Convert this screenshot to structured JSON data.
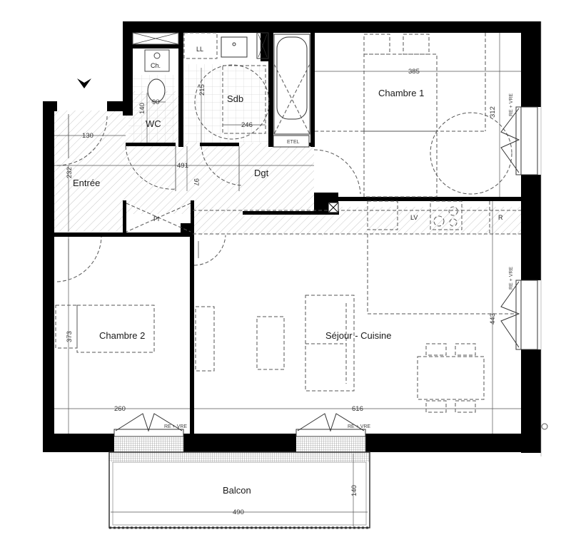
{
  "plan": {
    "entry_marker": "entry-arrow",
    "colors": {
      "wall": "#000000",
      "hatch": "#c8c8c8",
      "tile": "#d8d8d8",
      "line": "#444444"
    },
    "rooms": [
      {
        "id": "entree",
        "label": "Entrée"
      },
      {
        "id": "wc",
        "label": "WC"
      },
      {
        "id": "sdb",
        "label": "Sdb"
      },
      {
        "id": "chambre1",
        "label": "Chambre 1"
      },
      {
        "id": "dgt",
        "label": "Dgt"
      },
      {
        "id": "chambre2",
        "label": "Chambre 2"
      },
      {
        "id": "sejour",
        "label": "Séjour - Cuisine"
      },
      {
        "id": "balcon",
        "label": "Balcon"
      }
    ],
    "fixtures": {
      "ll": "LL",
      "ch": "Ch.",
      "etel": "ETEL",
      "pl": "Pl",
      "lv": "LV",
      "r": "R",
      "window_note": "RE + VRE"
    },
    "dimensions": {
      "wc_width": "90",
      "wc_depth": "140",
      "sdb_depth": "215",
      "sdb_width": "246",
      "entree_width": "130",
      "entree_depth": "232",
      "dgt_length": "491",
      "dgt_width": "97",
      "chambre1_width": "385",
      "chambre1_depth": "312",
      "chambre2_depth": "373",
      "chambre2_width": "260",
      "sejour_width": "616",
      "sejour_depth": "443",
      "balcon_width": "490",
      "balcon_depth": "140"
    }
  }
}
